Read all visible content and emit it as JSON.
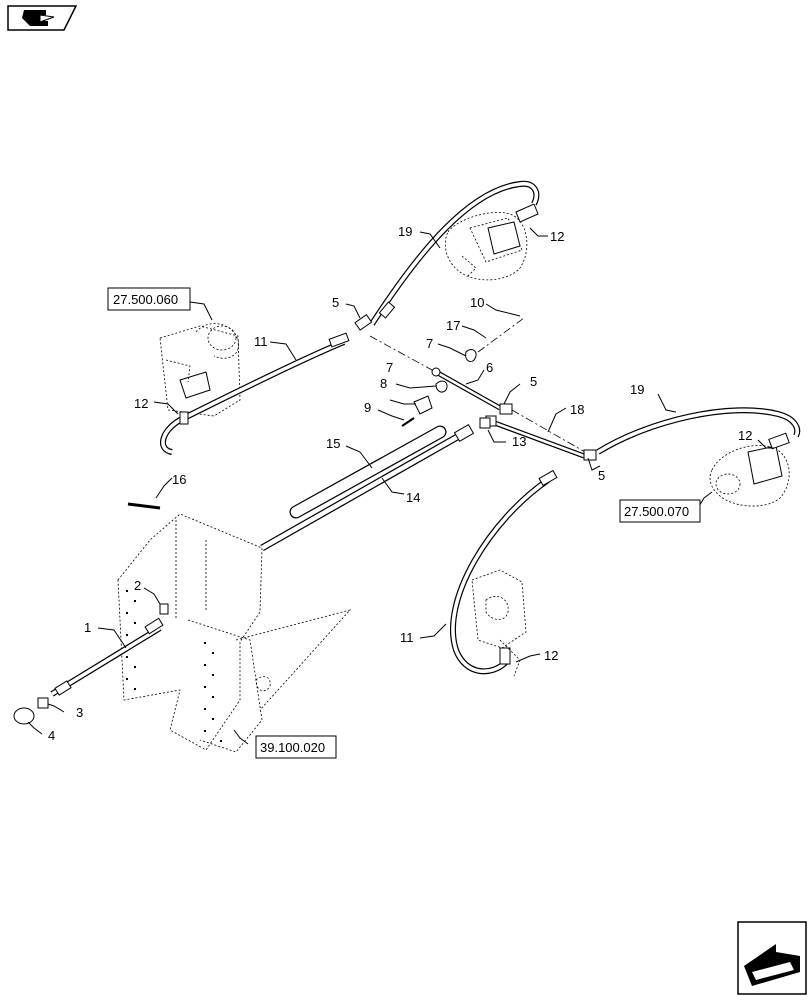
{
  "callouts": {
    "c1": "1",
    "c2": "2",
    "c3": "3",
    "c4": "4",
    "c5a": "5",
    "c5b": "5",
    "c5c": "5",
    "c6": "6",
    "c7a": "7",
    "c7b": "7",
    "c8": "8",
    "c9": "9",
    "c10": "10",
    "c11a": "11",
    "c11b": "11",
    "c12a": "12",
    "c12b": "12",
    "c12c": "12",
    "c12d": "12",
    "c13": "13",
    "c14": "14",
    "c15": "15",
    "c16": "16",
    "c17": "17",
    "c18": "18",
    "c19a": "19",
    "c19b": "19"
  },
  "refs": {
    "r1": "27.500.060",
    "r2": "27.500.070",
    "r3": "39.100.020"
  },
  "icons": {
    "top": "book-arrow-icon",
    "bottom": "next-page-arrow-icon"
  }
}
